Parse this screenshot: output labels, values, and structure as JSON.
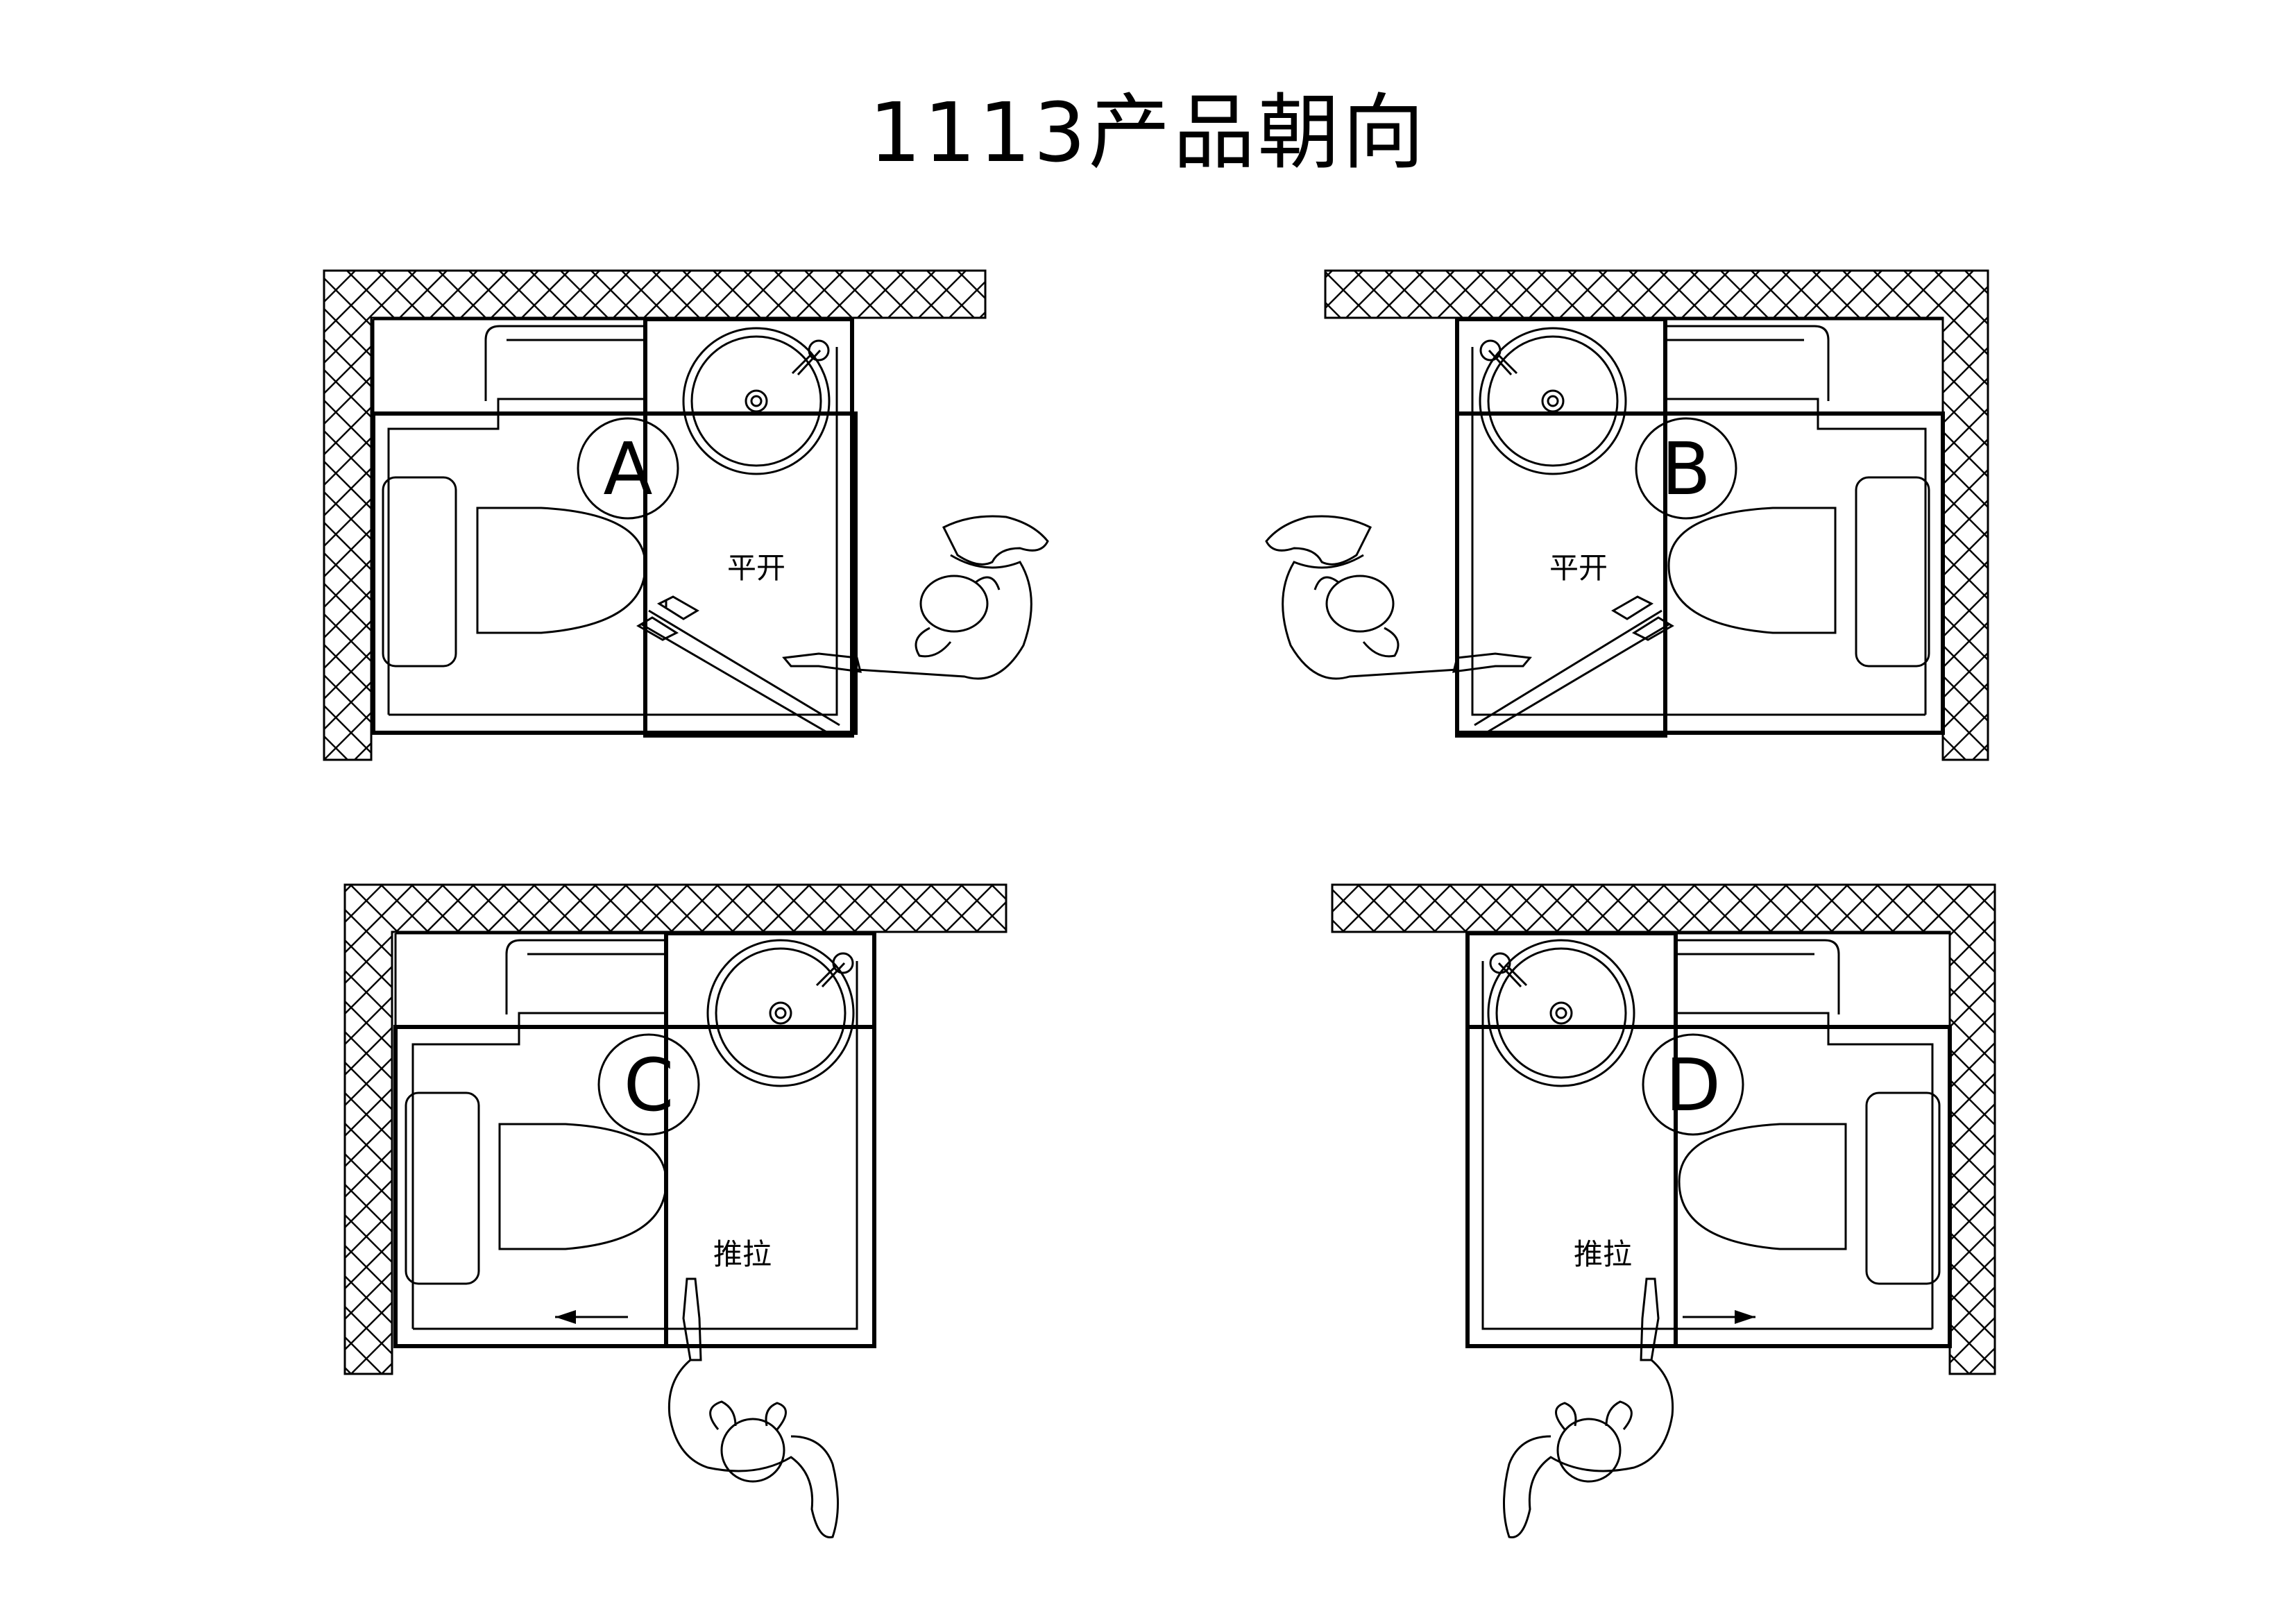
{
  "title": "1113产品朝向",
  "units": [
    {
      "id": "A",
      "label": "A",
      "door_type": "平开"
    },
    {
      "id": "B",
      "label": "B",
      "door_type": "平开"
    },
    {
      "id": "C",
      "label": "C",
      "door_type": "推拉"
    },
    {
      "id": "D",
      "label": "D",
      "door_type": "推拉"
    }
  ],
  "colors": {
    "line": "#000000",
    "background": "#ffffff"
  }
}
